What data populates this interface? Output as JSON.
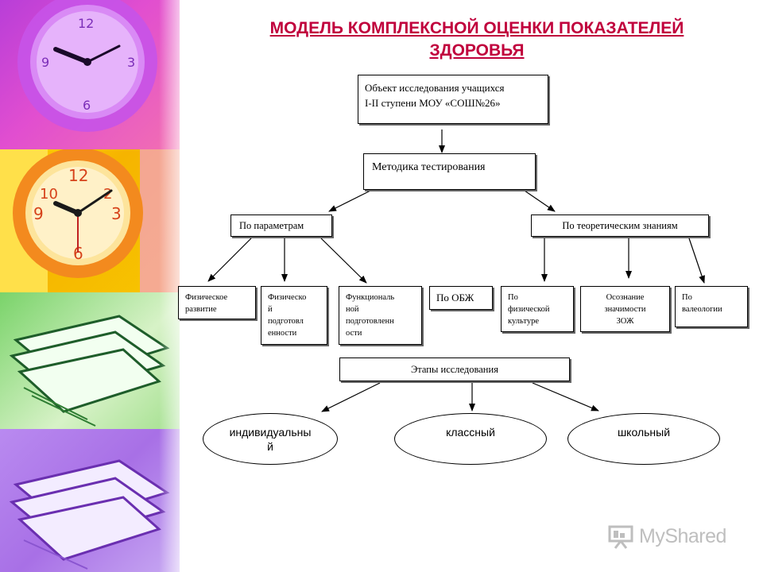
{
  "title_line1": "МОДЕЛЬ КОМПЛЕКСНОЙ ОЦЕНКИ ПОКАЗАТЕЛЕЙ",
  "title_line2": "ЗДОРОВЬЯ",
  "root": {
    "line1": "Объект исследования учащихся",
    "line2": "I-II ступени МОУ «СОШ№26»"
  },
  "method": "Методика тестирования",
  "branches": {
    "params": "По параметрам",
    "theory": "По теоретическим знаниям"
  },
  "leaves": {
    "phys_dev": [
      "Физическое",
      "развитие"
    ],
    "phys_prep": [
      "Физическо",
      "й",
      "подготовл",
      "енности"
    ],
    "functional": [
      "Функциональ",
      "ной",
      "подготовленн",
      "ости"
    ],
    "obzh": "По ОБЖ",
    "phys_culture": [
      "По",
      "физической",
      "культуре"
    ],
    "zozh": [
      "Осознание",
      "значимости",
      "ЗОЖ"
    ],
    "valeology": [
      "По",
      "валеологии"
    ]
  },
  "stages": "Этапы исследования",
  "levels": {
    "individual_line1": "индивидуальны",
    "individual_line2": "й",
    "class": "классный",
    "school": "школьный"
  },
  "watermark": "MyShared",
  "colors": {
    "title": "#c0003c"
  }
}
